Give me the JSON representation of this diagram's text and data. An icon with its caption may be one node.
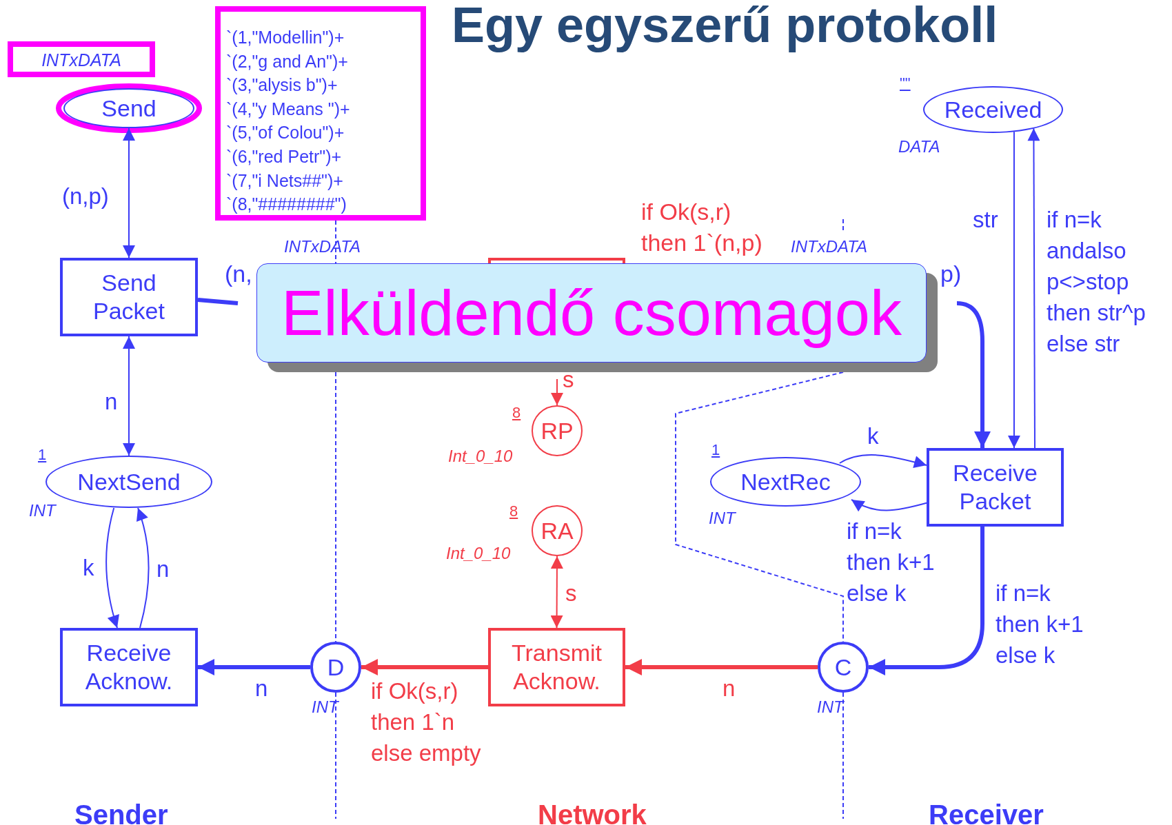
{
  "diagram": {
    "title": "Egy egyszerű protokoll",
    "nodes": [
      {
        "text": [
          "INTxDATA"
        ]
      },
      {
        "text": [
          "`(1,\"Modellin\")+",
          "`(2,\"g and An\")+",
          "`(3,\"alysis b\")+",
          "`(4,\"y Means \")+",
          "`(5,\"of Colou\")+",
          "`(6,\"red Petr\")+",
          "`(7,\"i Nets##\")+",
          "`(8,\"########\")"
        ]
      },
      {
        "text": [
          "Send"
        ]
      },
      {
        "text": [
          "Received"
        ],
        "beside": [
          "\"\"",
          "DATA"
        ]
      },
      {
        "text": [
          "Send Packet"
        ]
      },
      {
        "text": [],
        "shape": "box"
      },
      {
        "text": [
          "Elküldendő csomagok"
        ]
      },
      {
        "text": [
          "RP"
        ],
        "beside": [
          "8",
          "Int_0_10"
        ]
      },
      {
        "text": [
          "NextSend"
        ],
        "beside": [
          "1",
          "INT"
        ]
      },
      {
        "text": [
          "NextRec"
        ],
        "beside": [
          "1",
          "INT"
        ]
      },
      {
        "text": [
          "Receive Packet"
        ]
      },
      {
        "text": [
          "RA"
        ],
        "beside": [
          "8",
          "Int_0_10"
        ]
      },
      {
        "text": [
          "Receive Acknow."
        ]
      },
      {
        "text": [
          "D"
        ],
        "beside": [
          "INT"
        ]
      },
      {
        "text": [
          "Transmit Acknow."
        ]
      },
      {
        "text": [
          "C"
        ],
        "beside": [
          "INT"
        ]
      }
    ],
    "edges": [
      {
        "from": 2,
        "to": 4,
        "arrow": "both",
        "label": "(n,p)"
      },
      {
        "from": 4,
        "to": 8,
        "arrow": "both",
        "label": "n"
      },
      {
        "from": 8,
        "to": 12,
        "arrow": "to",
        "label": "k"
      },
      {
        "from": 12,
        "to": 8,
        "arrow": "to",
        "label": "n"
      },
      {
        "from": 13,
        "to": 12,
        "arrow": "to",
        "label": "n",
        "style": "thick"
      },
      {
        "from": 14,
        "to": 13,
        "arrow": "to",
        "label": "if Ok(s,r) then 1`n else empty",
        "style": "thick",
        "color": "#f23d48"
      },
      {
        "from": 15,
        "to": 14,
        "arrow": "to",
        "label": "n",
        "style": "thick",
        "color": "#f23d48"
      },
      {
        "from": 10,
        "to": 15,
        "arrow": "to",
        "label": "if n=k then k+1 else k",
        "style": "thick"
      },
      {
        "from": 11,
        "to": 14,
        "arrow": "both",
        "label": "s",
        "color": "#f23d48"
      },
      {
        "from": null,
        "to": 7,
        "arrow": "to",
        "label": "s",
        "color": "#f23d48"
      },
      {
        "from": 9,
        "to": 10,
        "arrow": "to",
        "label": "k"
      },
      {
        "from": 10,
        "to": 9,
        "arrow": "to",
        "label": "if n=k then k+1 else k"
      },
      {
        "from": 3,
        "to": 10,
        "arrow": "to",
        "label": "str"
      },
      {
        "from": 10,
        "to": 3,
        "arrow": "to",
        "label": "if n=k andalso p<>stop then str^p else str"
      },
      {
        "from": 4,
        "to": null,
        "arrow": "none",
        "style": "thick"
      },
      {
        "from": null,
        "to": 10,
        "arrow": "to",
        "style": "thick"
      }
    ],
    "labels": [
      "INTxDATA",
      "if Ok(s,r) then 1`(n,p)",
      "INTxDATA",
      "(n,",
      "p)",
      "Sender",
      "Network",
      "Receiver"
    ]
  }
}
